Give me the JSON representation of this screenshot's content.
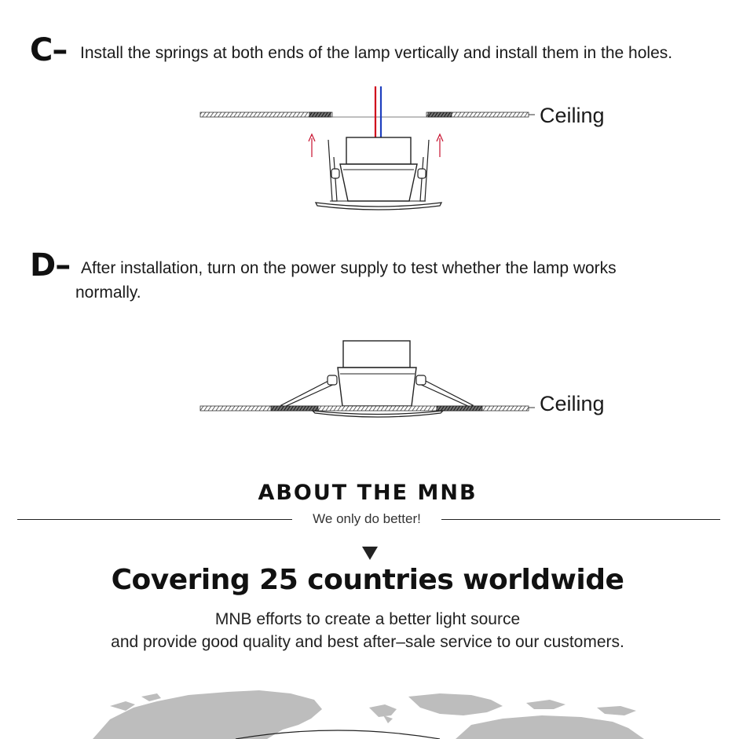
{
  "steps": [
    {
      "letter": "C–",
      "text": "Install the springs at both ends of the lamp vertically and install them in the holes."
    },
    {
      "letter": "D–",
      "text_line1": "After installation, turn on the power supply to test whether the lamp works",
      "text_line2": "normally."
    }
  ],
  "ceiling_label": "Ceiling",
  "about": {
    "title": "ABOUT THE MNB",
    "tagline": "We only do better!"
  },
  "headline": "Covering 25 countries worldwide",
  "description": {
    "line1": "MNB efforts to create a better light source",
    "line2": "and provide good quality and best after–sale service to our customers."
  },
  "colors": {
    "wire_red": "#d0021b",
    "wire_blue": "#1f3fbf",
    "arrow_red": "#c8102e",
    "map_gray": "#bdbdbd"
  }
}
